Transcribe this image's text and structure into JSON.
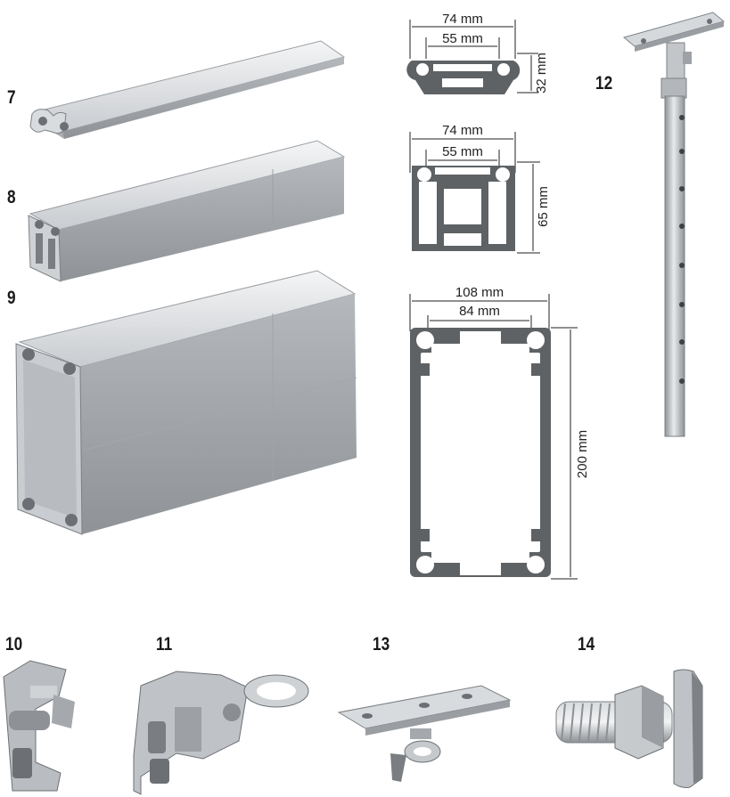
{
  "part_numbers": {
    "p7": "7",
    "p8": "8",
    "p9": "9",
    "p10": "10",
    "p11": "11",
    "p12": "12",
    "p13": "13",
    "p14": "14"
  },
  "profiles": {
    "small": {
      "width_outer": "74 mm",
      "width_inner": "55 mm",
      "height": "32 mm"
    },
    "medium": {
      "width_outer": "74 mm",
      "width_inner": "55 mm",
      "height": "65 mm"
    },
    "large": {
      "width_outer": "108 mm",
      "width_inner": "84 mm",
      "height": "200 mm"
    }
  },
  "colors": {
    "aluminium_light": "#e6e8ea",
    "aluminium_mid": "#b9bdc1",
    "aluminium_dark": "#8e9296",
    "section_fill": "#5f6264",
    "dim_line": "#222222"
  },
  "icons": {
    "p10": "coupler-clamp-icon",
    "p11": "double-coupler-icon",
    "p12": "suspension-rod-icon",
    "p13": "ceiling-plate-coupler-icon",
    "p14": "t-bolt-icon"
  }
}
